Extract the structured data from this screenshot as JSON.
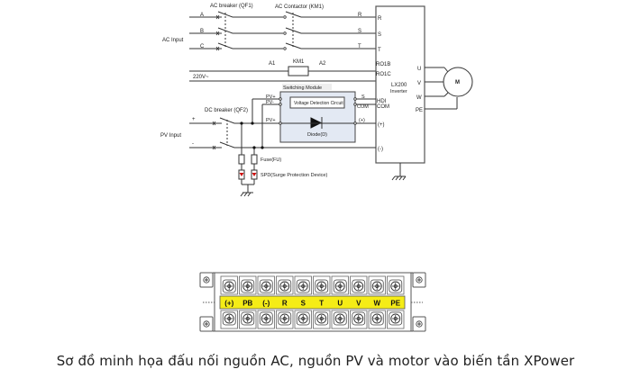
{
  "wiring_diagram": {
    "ac_breaker_label": "AC breaker (QF1)",
    "ac_contactor_label": "AC Contactor (KM1)",
    "ac_input_label": "AC Input",
    "phase_labels": [
      "A",
      "B",
      "C"
    ],
    "output_phase_labels": [
      "R",
      "S",
      "T"
    ],
    "coil_label": "KM1",
    "coil_a1": "A1",
    "coil_a2": "A2",
    "supply_label": "220V~",
    "inverter_name": "LX200",
    "inverter_sub": "Inverter",
    "inverter_left_terminals": [
      "R",
      "S",
      "T",
      "RO1B",
      "RO1C",
      "HDI",
      "COM",
      "(+)",
      "(-)"
    ],
    "inverter_right_terminals": [
      "U",
      "V",
      "W",
      "PE"
    ],
    "motor_label": "M",
    "switching_module_label": "Switching Module",
    "voltage_detection_label": "Voltage Detection Circuit",
    "diode_label": "Diode(D)",
    "pv_labels": [
      "PV+",
      "PV-",
      "PV+"
    ],
    "module_out_labels": [
      "S",
      "COM",
      "(+)"
    ],
    "dc_breaker_label": "DC breaker (QF2)",
    "pv_input_label": "PV Input",
    "pv_plus": "+",
    "pv_minus": "-",
    "fuse_label": "Fuse(FU)",
    "spd_label": "SPD(Surge Protection Device)",
    "colors": {
      "line": "#333333",
      "module_fill": "#e3e9f3",
      "spd_red": "#cc1111"
    }
  },
  "terminal_block": {
    "labels": [
      "(+)",
      "PB",
      "(-)",
      "R",
      "S",
      "T",
      "U",
      "V",
      "W",
      "PE"
    ],
    "colors": {
      "label_strip": "#f5ec16",
      "outline": "#555555"
    }
  },
  "caption": "Sơ đồ minh họa đấu nối nguồn AC, nguồn PV và motor vào biến tần XPower"
}
